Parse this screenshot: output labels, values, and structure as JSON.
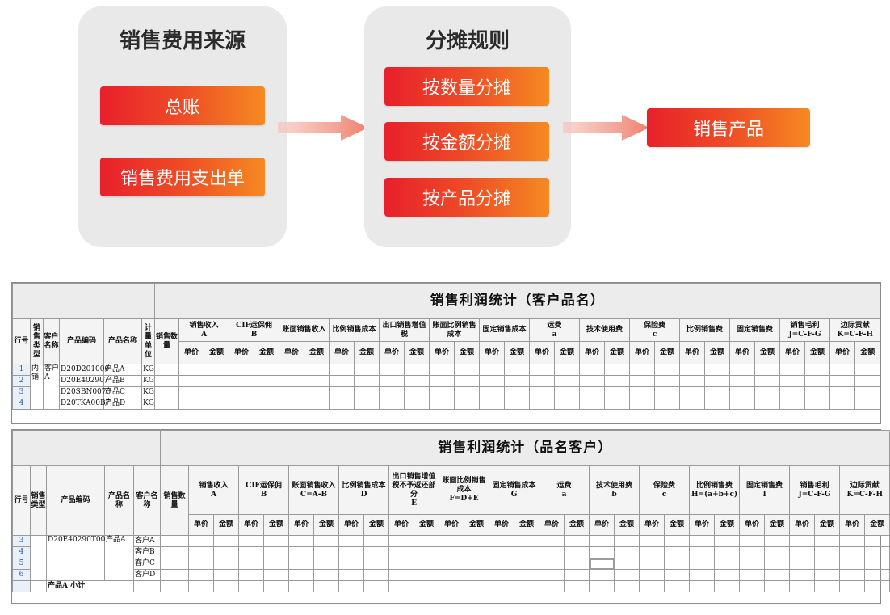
{
  "flow": {
    "source_panel": {
      "title": "销售费用来源",
      "items": [
        "总账",
        "销售费用支出单"
      ]
    },
    "rule_panel": {
      "title": "分摊规则",
      "items": [
        "按数量分摊",
        "按金额分摊",
        "按产品分摊"
      ]
    },
    "target": "销售产品",
    "colors": {
      "panel": "#e9e9e9",
      "pill_start": "#e8202b",
      "pill_end": "#f58a22",
      "arrow": "#f28f7f"
    }
  },
  "sheet1": {
    "title": "销售利润统计（客户品名）",
    "headers": {
      "row_no": "行号",
      "sale_type": "销售类型",
      "customer": "客户名称",
      "code": "产品编码",
      "name": "产品名称",
      "unit": "计量单位",
      "qty": "销售数量",
      "groups": [
        {
          "title": "销售收入",
          "sub": "A"
        },
        {
          "title": "CIF运保佣",
          "sub": "B"
        },
        {
          "title": "账面销售收入",
          "sub": ""
        },
        {
          "title": "比例销售成本",
          "sub": ""
        },
        {
          "title": "出口销售增值税",
          "sub": ""
        },
        {
          "title": "账面比例销售成本",
          "sub": ""
        },
        {
          "title": "固定销售成本",
          "sub": ""
        },
        {
          "title": "运费",
          "sub": "a"
        },
        {
          "title": "技术使用费",
          "sub": ""
        },
        {
          "title": "保险费",
          "sub": "c"
        },
        {
          "title": "比例销售费",
          "sub": ""
        },
        {
          "title": "固定销售费",
          "sub": ""
        },
        {
          "title": "销售毛利",
          "sub": "J=C-F-G"
        },
        {
          "title": "边际贡献",
          "sub": "K=C-F-H"
        }
      ],
      "unit_price": "单价",
      "amount": "金额"
    },
    "rows": [
      {
        "no": "1",
        "code": "D20D201000",
        "name": "产品A",
        "unit": "KG"
      },
      {
        "no": "2",
        "code": "D20E402907",
        "name": "产品B",
        "unit": "KG"
      },
      {
        "no": "3",
        "code": "D20SBN0070",
        "name": "产品C",
        "unit": "KG"
      },
      {
        "no": "4",
        "code": "D20TKA00B7",
        "name": "产品D",
        "unit": "KG"
      }
    ],
    "merged_type": "内销",
    "merged_customer": "客户A"
  },
  "sheet2": {
    "title": "销售利润统计（品名客户）",
    "headers": {
      "row_no": "行号",
      "sale_type": "销售类型",
      "code": "产品编码",
      "name": "产品名称",
      "customer": "客户名称",
      "qty": "销售数量",
      "groups": [
        {
          "title": "销售收入",
          "sub": "A"
        },
        {
          "title": "CIF运保佣",
          "sub": "B"
        },
        {
          "title": "账面销售收入",
          "sub": "C=A-B"
        },
        {
          "title": "比例销售成本",
          "sub": "D"
        },
        {
          "title": "出口销售增值税不予返还部分",
          "sub": "E"
        },
        {
          "title": "账面比例销售成本",
          "sub": "F=D+E"
        },
        {
          "title": "固定销售成本",
          "sub": "G"
        },
        {
          "title": "运费",
          "sub": "a"
        },
        {
          "title": "技术使用费",
          "sub": "b"
        },
        {
          "title": "保险费",
          "sub": "c"
        },
        {
          "title": "比例销售费",
          "sub": "H=(a+b+c)"
        },
        {
          "title": "固定销售费",
          "sub": "I"
        },
        {
          "title": "销售毛利",
          "sub": "J=C-F-G"
        },
        {
          "title": "边际贡献",
          "sub": "K=C-F-H"
        }
      ],
      "unit_price": "单价",
      "amount": "金额"
    },
    "rows": [
      {
        "no": "3",
        "customer": "客户A"
      },
      {
        "no": "4",
        "customer": "客户B"
      },
      {
        "no": "5",
        "customer": "客户C"
      },
      {
        "no": "6",
        "customer": "客户D"
      }
    ],
    "merged_code": "D20E40290T00",
    "merged_name": "产品A",
    "subtotal": "产品A  小计"
  }
}
